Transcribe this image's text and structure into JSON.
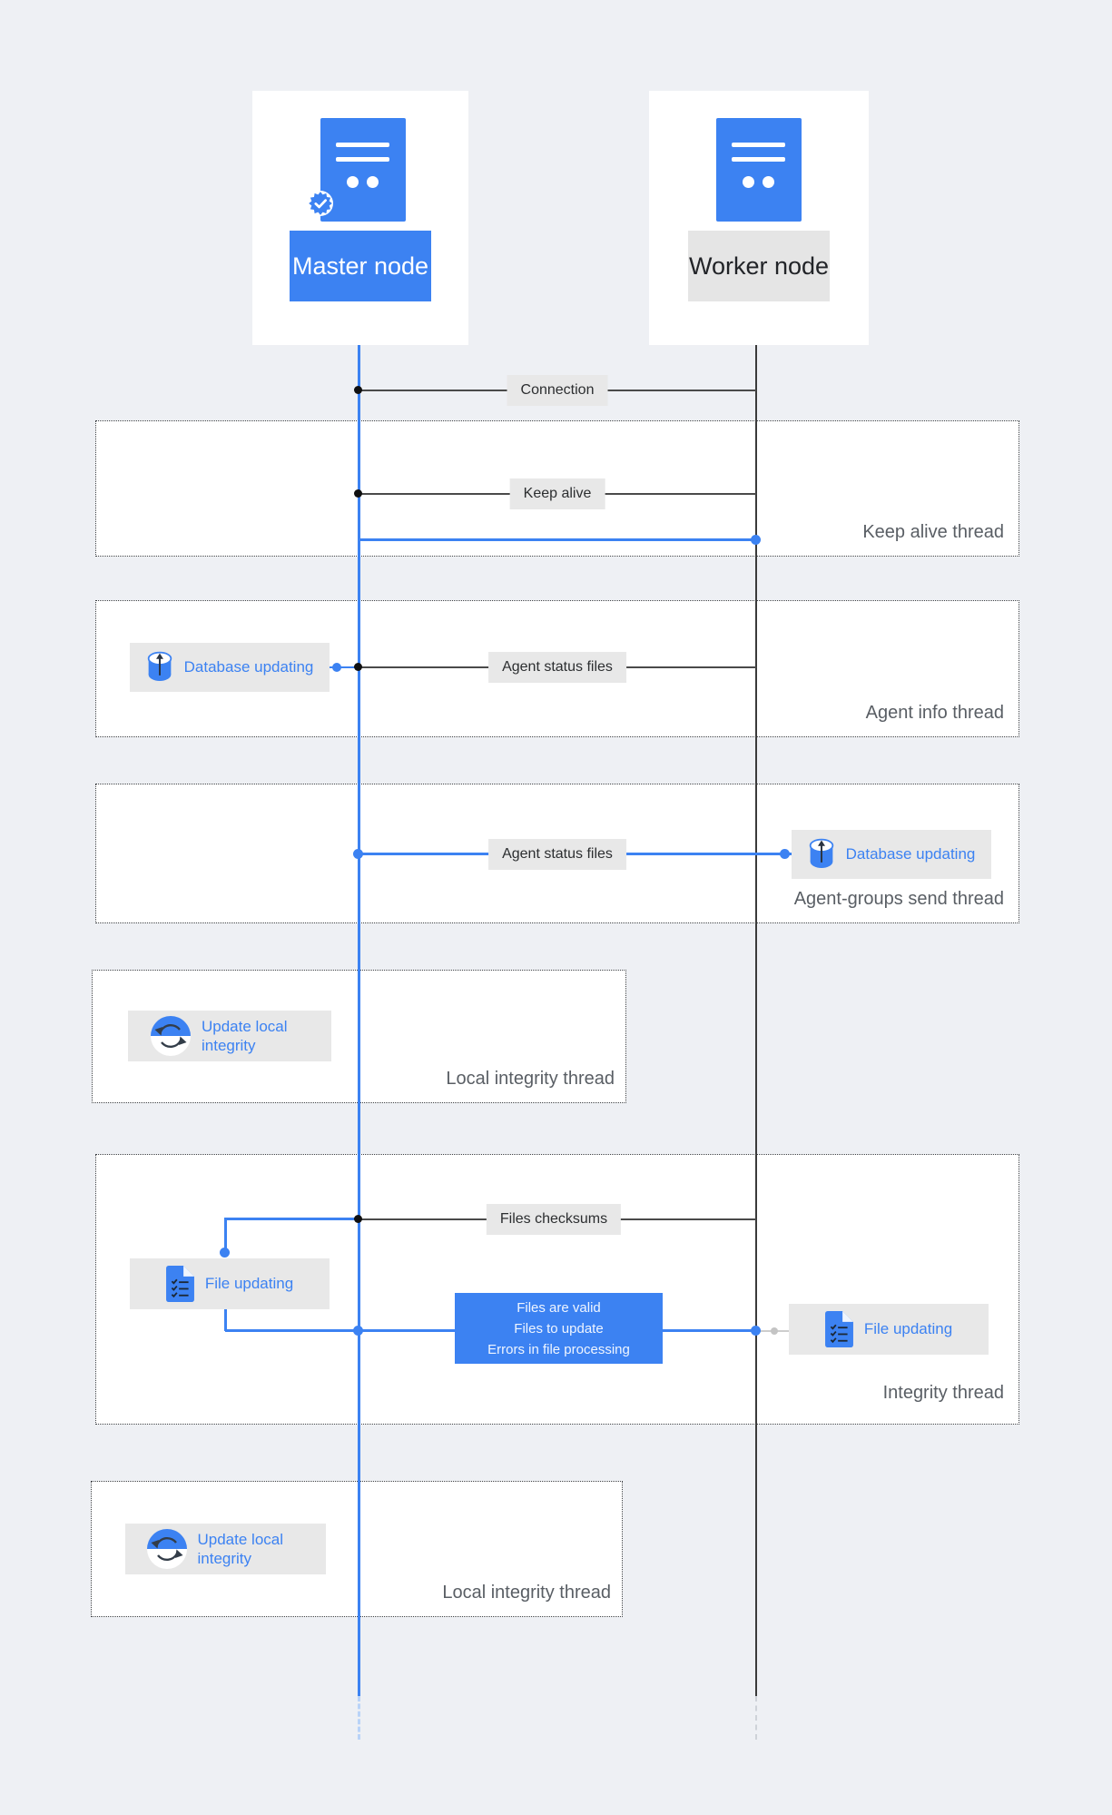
{
  "nodes": {
    "master": {
      "label": "Master node"
    },
    "worker": {
      "label": "Worker node"
    }
  },
  "messages": {
    "connection": "Connection",
    "keep_alive": "Keep alive",
    "agent_status_files_info": "Agent status files",
    "agent_status_files_groups": "Agent status files",
    "files_checksums": "Files checksums",
    "files_result_lines": [
      "Files are valid",
      "Files to update",
      "Errors in file processing"
    ]
  },
  "activities": {
    "db_updating_master": "Database updating",
    "db_updating_worker": "Database updating",
    "update_local_integrity_top": "Update local integrity",
    "file_updating_master": "File updating",
    "file_updating_worker": "File updating",
    "update_local_integrity_bottom": "Update local integrity"
  },
  "threads": {
    "keep_alive": "Keep alive thread",
    "agent_info": "Agent info thread",
    "agent_groups_send": "Agent-groups send thread",
    "local_integrity_top": "Local integrity thread",
    "integrity": "Integrity thread",
    "local_integrity_bottom": "Local integrity thread"
  },
  "colors": {
    "accent_blue": "#3c82f2",
    "line_dark": "#4a4a4a",
    "label_bg": "#e8e8e8",
    "page_bg": "#eef0f4",
    "thread_label_text": "#595e64"
  }
}
